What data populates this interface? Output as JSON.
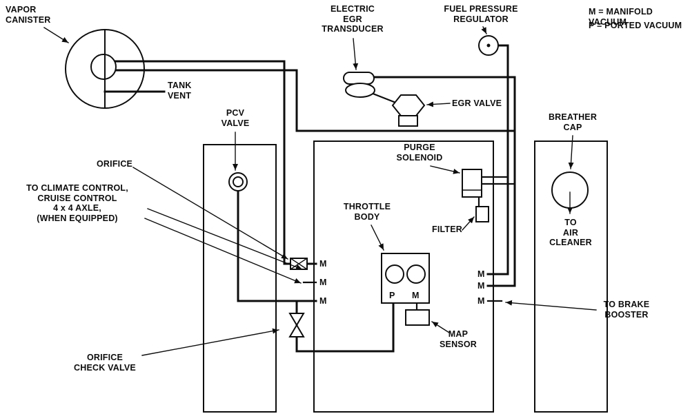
{
  "legend": {
    "manifold": "M = MANIFOLD VACUUM",
    "ported": "P = PORTED VACUUM"
  },
  "labels": {
    "vapor_canister": "VAPOR\nCANISTER",
    "tank_vent": "TANK\nVENT",
    "pcv_valve": "PCV\nVALVE",
    "orifice": "ORIFICE",
    "climate_control": "TO CLIMATE CONTROL,\nCRUISE CONTROL\n4 x 4 AXLE,\n(WHEN EQUIPPED)",
    "orifice_check_valve": "ORIFICE\nCHECK VALVE",
    "electric_egr_transducer": "ELECTRIC\nEGR\nTRANSDUCER",
    "egr_valve": "EGR VALVE",
    "fuel_pressure_regulator": "FUEL PRESSURE\nREGULATOR",
    "breather_cap": "BREATHER\nCAP",
    "to_air_cleaner": "TO\nAIR\nCLEANER",
    "purge_solenoid": "PURGE\nSOLENOID",
    "throttle_body": "THROTTLE\nBODY",
    "filter": "FILTER",
    "map_sensor": "MAP\nSENSOR",
    "to_brake_booster": "TO BRAKE\nBOOSTER"
  },
  "ports": {
    "left": [
      "M",
      "M",
      "M"
    ],
    "right": [
      "M",
      "M",
      "M"
    ],
    "throttle_ported": "P",
    "throttle_manifold": "M"
  },
  "colors": {
    "line": "#0d0d0d",
    "background": "#ffffff"
  }
}
